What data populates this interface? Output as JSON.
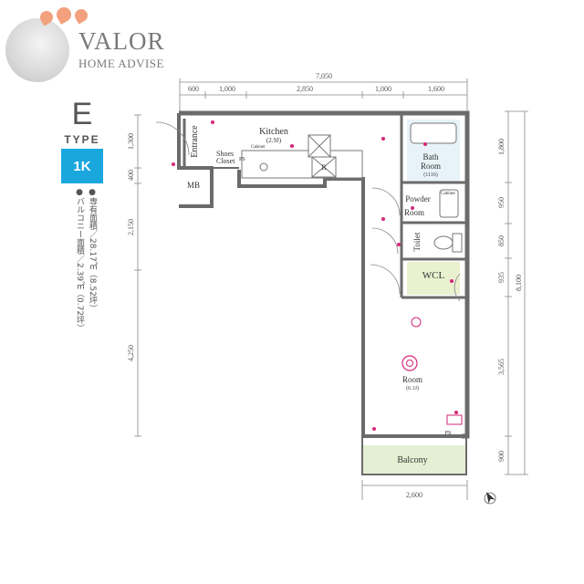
{
  "brand": {
    "name": "VALOR",
    "sub": "HOME ADVISE"
  },
  "type": {
    "letter": "E",
    "label": "TYPE",
    "layout": "1K"
  },
  "areas": {
    "exclusive": "●専有面積／28.17㎡（8.52坪）",
    "balcony": "●バルコニー面積／2.39㎡（0.72坪）"
  },
  "dims_top": {
    "total": "7,050",
    "segments": [
      "600",
      "1,000",
      "2,850",
      "1,000",
      "1,600"
    ]
  },
  "dims_left": [
    "1,300",
    "400",
    "2,150",
    "4,250"
  ],
  "dims_right": {
    "segments": [
      "1,800",
      "950",
      "850",
      "935",
      "3,565",
      "900"
    ],
    "total": "8,100"
  },
  "dims_bottom": "2,600",
  "rooms": {
    "entrance": "Entrance",
    "shoes": "Shoes",
    "closet": "Closet",
    "mb": "MB",
    "kitchen": "Kitchen",
    "kitchen_size": "(2.9J)",
    "cabinet": "Cabinet",
    "bath": "Bath",
    "bath_room": "Room",
    "bath_size": "(1116)",
    "powder": "Powder",
    "powder_room": "Room",
    "cabinet2": "Cabinet",
    "toilet": "Toilet",
    "wcl": "WCL",
    "room": "Room",
    "room_size": "(6.1J)",
    "balcony": "Balcony",
    "fridge": "R",
    "ps": "PS"
  },
  "colors": {
    "wall": "#6b6b6b",
    "wcl_fill": "#e9f1cf",
    "balcony_fill": "#e4f0d4",
    "bath_fill": "#e7f3f8",
    "accent": "#d6267a",
    "badge": "#1aa7de"
  }
}
